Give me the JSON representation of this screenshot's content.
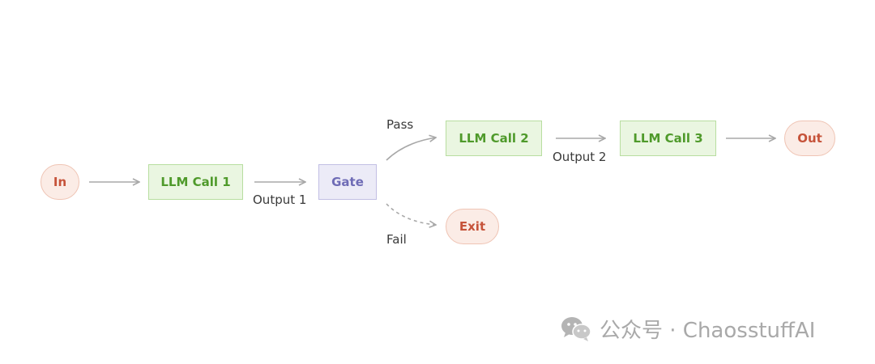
{
  "nodes": {
    "in": "In",
    "llm_call_1": "LLM Call 1",
    "gate": "Gate",
    "llm_call_2": "LLM Call 2",
    "llm_call_3": "LLM Call 3",
    "out": "Out",
    "exit": "Exit"
  },
  "edges": {
    "output_1": "Output 1",
    "output_2": "Output 2",
    "pass": "Pass",
    "fail": "Fail"
  },
  "watermark": {
    "text": "公众号 · ChaosstuffAI"
  },
  "colors": {
    "terminal_fill": "#fbece6",
    "terminal_text": "#c6533a",
    "llm_fill": "#eaf6e1",
    "llm_text": "#4f9a2b",
    "gate_fill": "#ecebf7",
    "gate_text": "#6f6cb6",
    "arrow": "#a8a8a8"
  }
}
